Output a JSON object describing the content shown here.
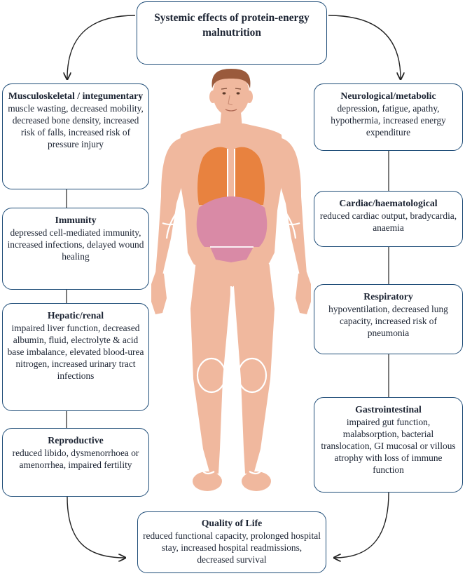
{
  "title": "Systemic effects of protein-energy malnutrition",
  "left_boxes": [
    {
      "title": "Musculoskeletal / integumentary",
      "text": "muscle wasting, decreased mobility, decreased bone density, increased risk of falls, increased risk of pressure injury"
    },
    {
      "title": "Immunity",
      "text": "depressed cell-mediated immunity, increased infections, delayed wound healing"
    },
    {
      "title": "Hepatic/renal",
      "text": "impaired liver function, decreased albumin, fluid, electrolyte & acid base imbalance, elevated blood-urea nitrogen, increased urinary tract infections"
    },
    {
      "title": "Reproductive",
      "text": "reduced libido, dysmenorrhoea or amenorrhea, impaired fertility"
    }
  ],
  "right_boxes": [
    {
      "title": "Neurological/metabolic",
      "text": "depression, fatigue, apathy, hypothermia, increased energy expenditure"
    },
    {
      "title": "Cardiac/haematological",
      "text": "reduced cardiac output, bradycardia, anaemia"
    },
    {
      "title": "Respiratory",
      "text": "hypoventilation, decreased lung capacity, increased risk of pneumonia"
    },
    {
      "title": "Gastrointestinal",
      "text": "impaired gut function, malabsorption, bacterial translocation, GI mucosal or villous atrophy with loss of immune function"
    }
  ],
  "bottom_box": {
    "title": "Quality of Life",
    "text": "reduced functional capacity, prolonged hospital stay, increased hospital readmissions, decreased survival"
  },
  "colors": {
    "border": "#1f4d78",
    "skin": "#f0b89e",
    "lungs": "#e8823f",
    "stomach": "#d98aa6",
    "hair": "#9a5a3c"
  }
}
